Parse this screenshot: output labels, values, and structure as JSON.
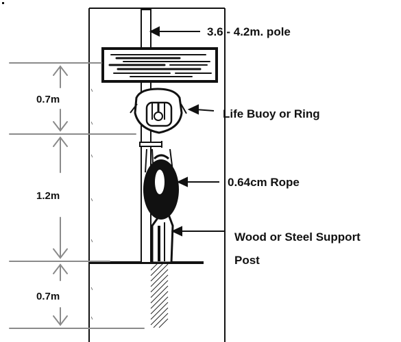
{
  "callouts": {
    "pole": "3.6 - 4.2m. pole",
    "buoy": "Life Buoy or Ring",
    "rope": "0.64cm Rope",
    "post_line1": "Wood or Steel Support",
    "post_line2": "Post"
  },
  "dimensions": {
    "top": "0.7m",
    "middle": "1.2m",
    "bottom": "0.7m"
  },
  "colors": {
    "ink": "#111111",
    "dimension_line": "#8a8a8a"
  }
}
